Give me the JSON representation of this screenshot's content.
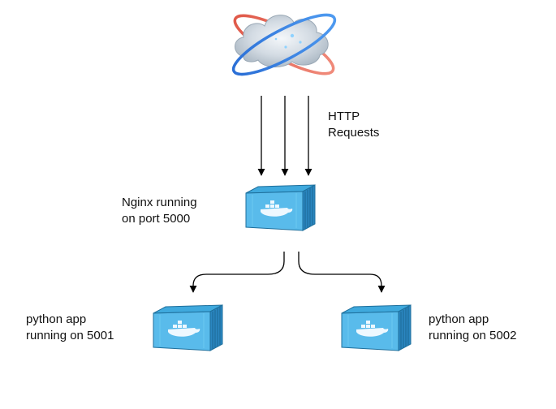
{
  "cloud": {
    "icon": "internet-cloud-icon"
  },
  "labels": {
    "http": [
      "HTTP",
      "Requests"
    ],
    "nginx": [
      "Nginx running",
      "on port 5000"
    ],
    "app1": [
      "python app",
      "running on 5001"
    ],
    "app2": [
      "python app",
      "running on 5002"
    ]
  },
  "containers": {
    "icon": "docker-container-icon",
    "color": "#3FA9DD"
  }
}
